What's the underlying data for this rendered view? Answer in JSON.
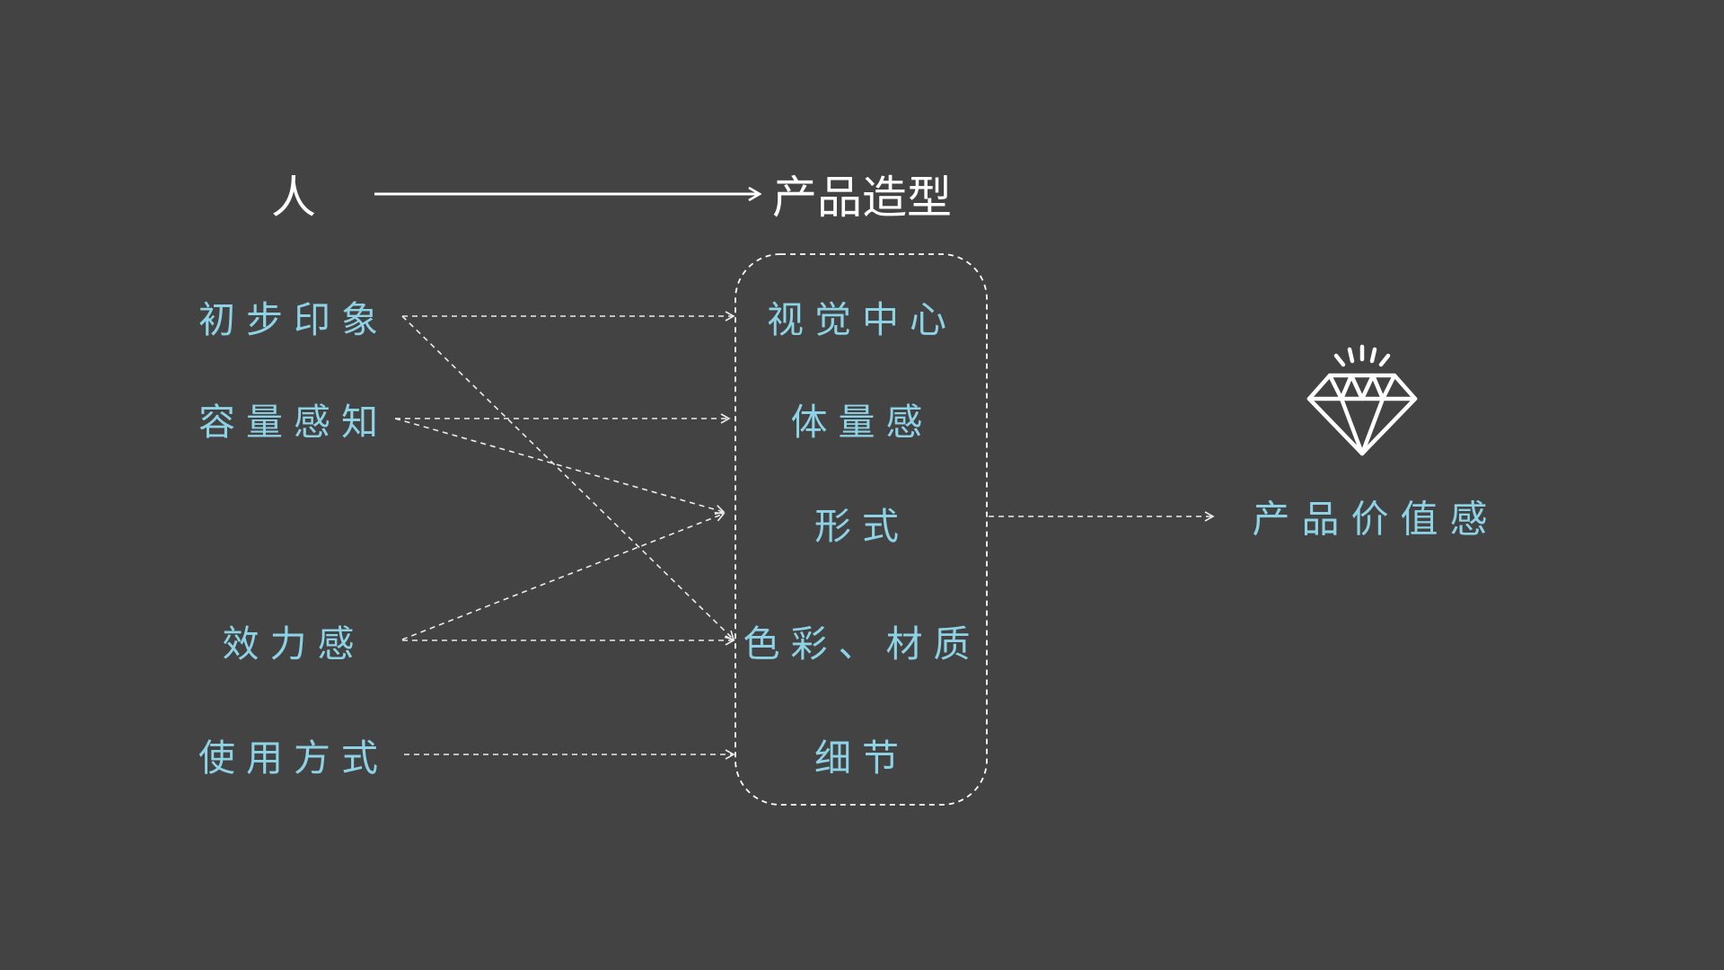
{
  "header": {
    "source": "人",
    "target": "产品造型"
  },
  "left_items": [
    "初步印象",
    "容量感知",
    "效力感",
    "使用方式"
  ],
  "mid_items": [
    "视觉中心",
    "体量感",
    "形式",
    "色彩、材质",
    "细节"
  ],
  "result": {
    "label": "产品价值感",
    "icon": "diamond-icon"
  },
  "colors": {
    "background": "#434343",
    "text_cyan": "#8ed2e6",
    "line": "#ffffff"
  }
}
